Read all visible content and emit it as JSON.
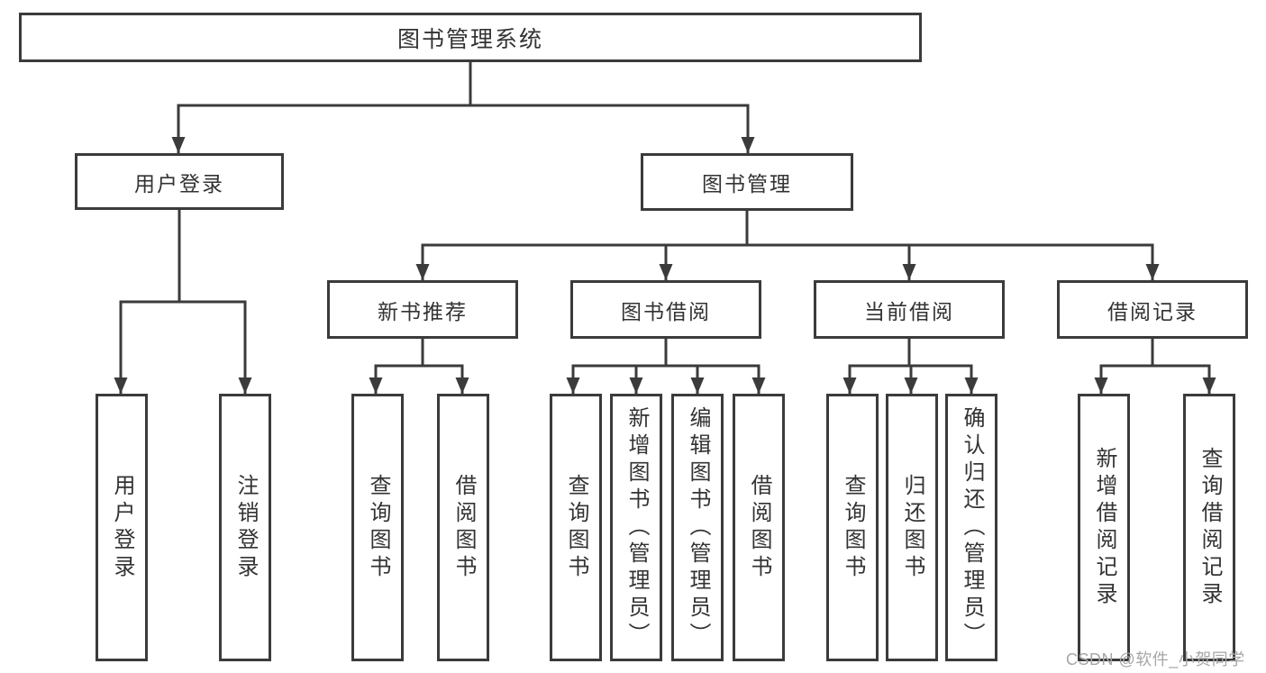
{
  "diagram": {
    "root": {
      "label": "图书管理系统"
    },
    "level2": [
      {
        "id": "user-login",
        "label": "用户登录"
      },
      {
        "id": "book-management",
        "label": "图书管理"
      }
    ],
    "level3": [
      {
        "id": "new-book-recommend",
        "label": "新书推荐",
        "parent": "图书管理"
      },
      {
        "id": "book-borrowing",
        "label": "图书借阅",
        "parent": "图书管理"
      },
      {
        "id": "current-borrowing",
        "label": "当前借阅",
        "parent": "图书管理"
      },
      {
        "id": "borrowing-records",
        "label": "借阅记录",
        "parent": "图书管理"
      }
    ],
    "leaves": [
      {
        "label": "用户登录",
        "parent": "用户登录"
      },
      {
        "label": "注销登录",
        "parent": "用户登录"
      },
      {
        "label": "查询图书",
        "parent": "新书推荐"
      },
      {
        "label": "借阅图书",
        "parent": "新书推荐"
      },
      {
        "label": "查询图书",
        "parent": "图书借阅"
      },
      {
        "label": "新增图书（管理员）",
        "parent": "图书借阅"
      },
      {
        "label": "编辑图书（管理员）",
        "parent": "图书借阅"
      },
      {
        "label": "借阅图书",
        "parent": "图书借阅"
      },
      {
        "label": "查询图书",
        "parent": "当前借阅"
      },
      {
        "label": "归还图书",
        "parent": "当前借阅"
      },
      {
        "label": "确认归还（管理员）",
        "parent": "当前借阅"
      },
      {
        "label": "新增借阅记录",
        "parent": "借阅记录"
      },
      {
        "label": "查询借阅记录",
        "parent": "借阅记录"
      }
    ]
  },
  "watermark": "CSDN @软件_小贺同学",
  "colors": {
    "line": "#3b3b3b",
    "border": "#3b3b3b",
    "text": "#333333",
    "watermark": "#a6a6a6",
    "background": "#ffffff"
  }
}
